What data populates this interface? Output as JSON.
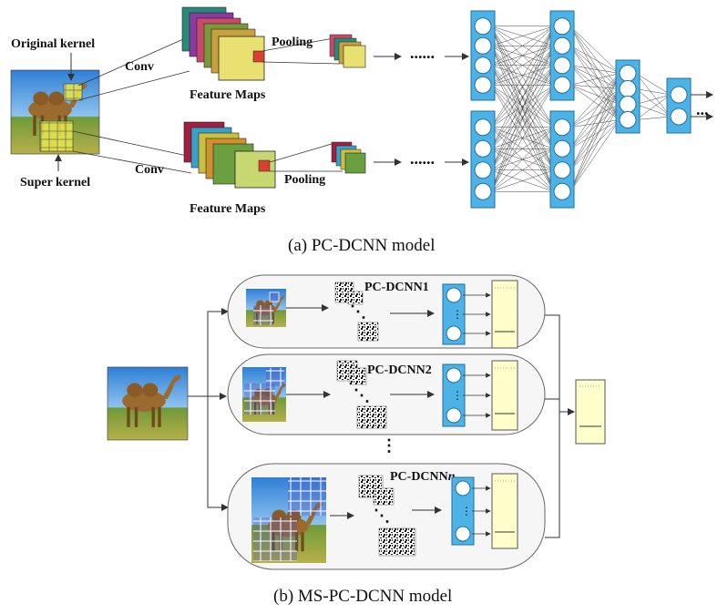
{
  "panel_a": {
    "caption": "(a) PC-DCNN model",
    "labels": {
      "original_kernel": "Original kernel",
      "super_kernel": "Super kernel",
      "conv_top": "Conv",
      "conv_bottom": "Conv",
      "feature_maps_top": "Feature Maps",
      "feature_maps_bottom": "Feature Maps",
      "pooling_top": "Pooling",
      "pooling_bottom": "Pooling"
    },
    "ellipsis": "......",
    "output_ellipsis": "..."
  },
  "panel_b": {
    "caption": "(b) MS-PC-DCNN model",
    "branch_labels": [
      "PC-DCNN1",
      "PC-DCNN2",
      "PC-DCNN"
    ],
    "branch_italic_suffix": "n",
    "vertical_dots": "⋮"
  },
  "colors": {
    "node_fill": "#4db3e6",
    "node_stroke": "#1f6fa3",
    "output_fill": "#ffffcc",
    "panel_stroke": "#666666",
    "kernel_yellow": "#e8e84a"
  }
}
